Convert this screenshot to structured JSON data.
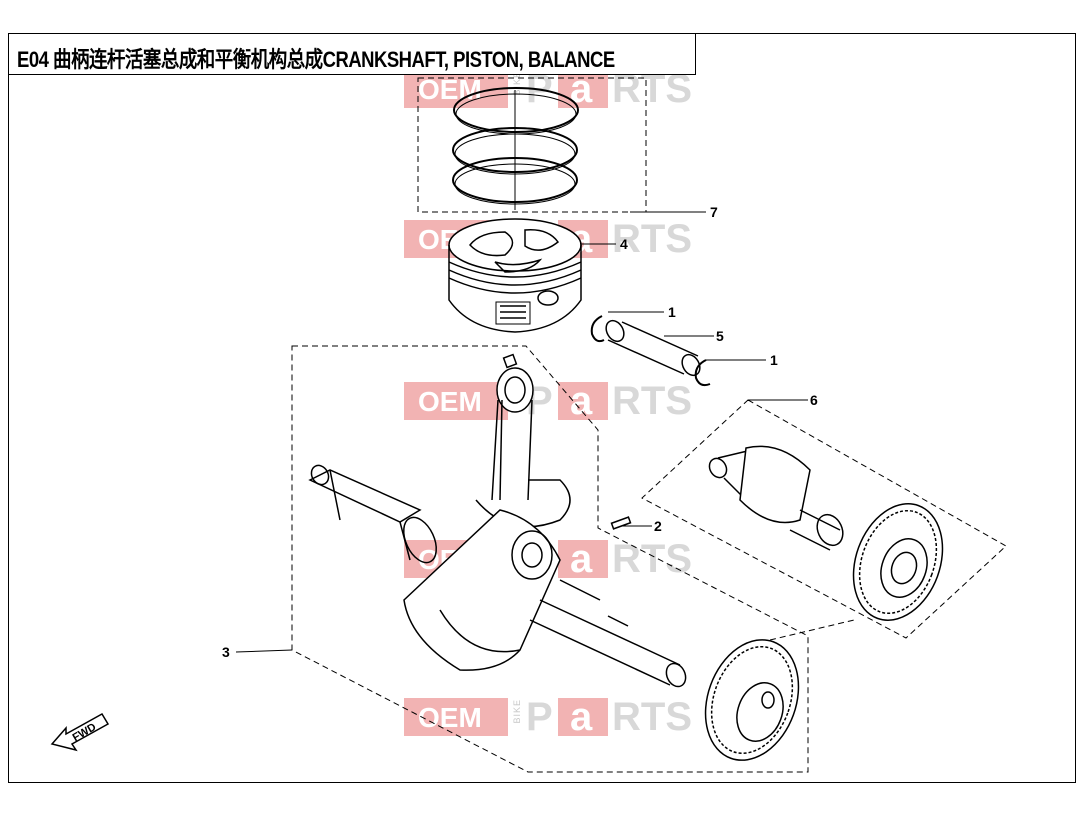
{
  "title": "E04 曲柄连杆活塞总成和平衡机构总成CRANKSHAFT, PISTON, BALANCE",
  "watermark": {
    "oem": "OEM",
    "bike": "BIKE",
    "p": "P",
    "a": "a",
    "rts": "RTS"
  },
  "callouts": [
    "7",
    "4",
    "1",
    "5",
    "1",
    "6",
    "2",
    "3"
  ],
  "fwd_label": "FWD",
  "colors": {
    "watermark_red": "#f2b3b3",
    "watermark_grey": "#d8d8d8",
    "line": "#000000"
  }
}
